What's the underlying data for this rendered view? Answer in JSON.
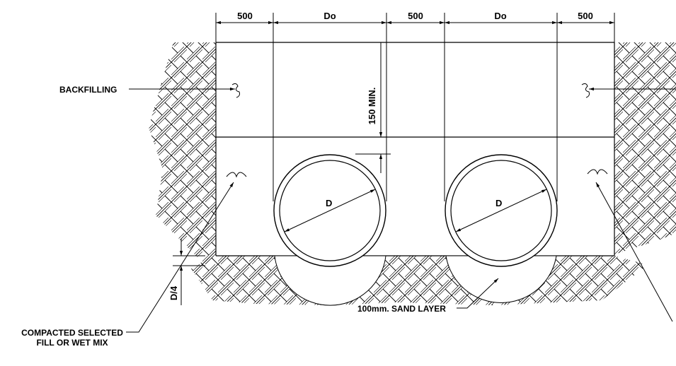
{
  "dimensions": {
    "top": [
      "500",
      "Do",
      "500",
      "Do",
      "500"
    ],
    "cover": "150 MIN.",
    "pipe_left_diameter": "D",
    "pipe_right_diameter": "D",
    "bedding_depth": "D/4"
  },
  "labels": {
    "backfilling": "BACKFILLING",
    "sand_layer": "100mm. SAND LAYER",
    "compacted_line1": "COMPACTED SELECTED",
    "compacted_line2": "FILL OR WET MIX"
  }
}
